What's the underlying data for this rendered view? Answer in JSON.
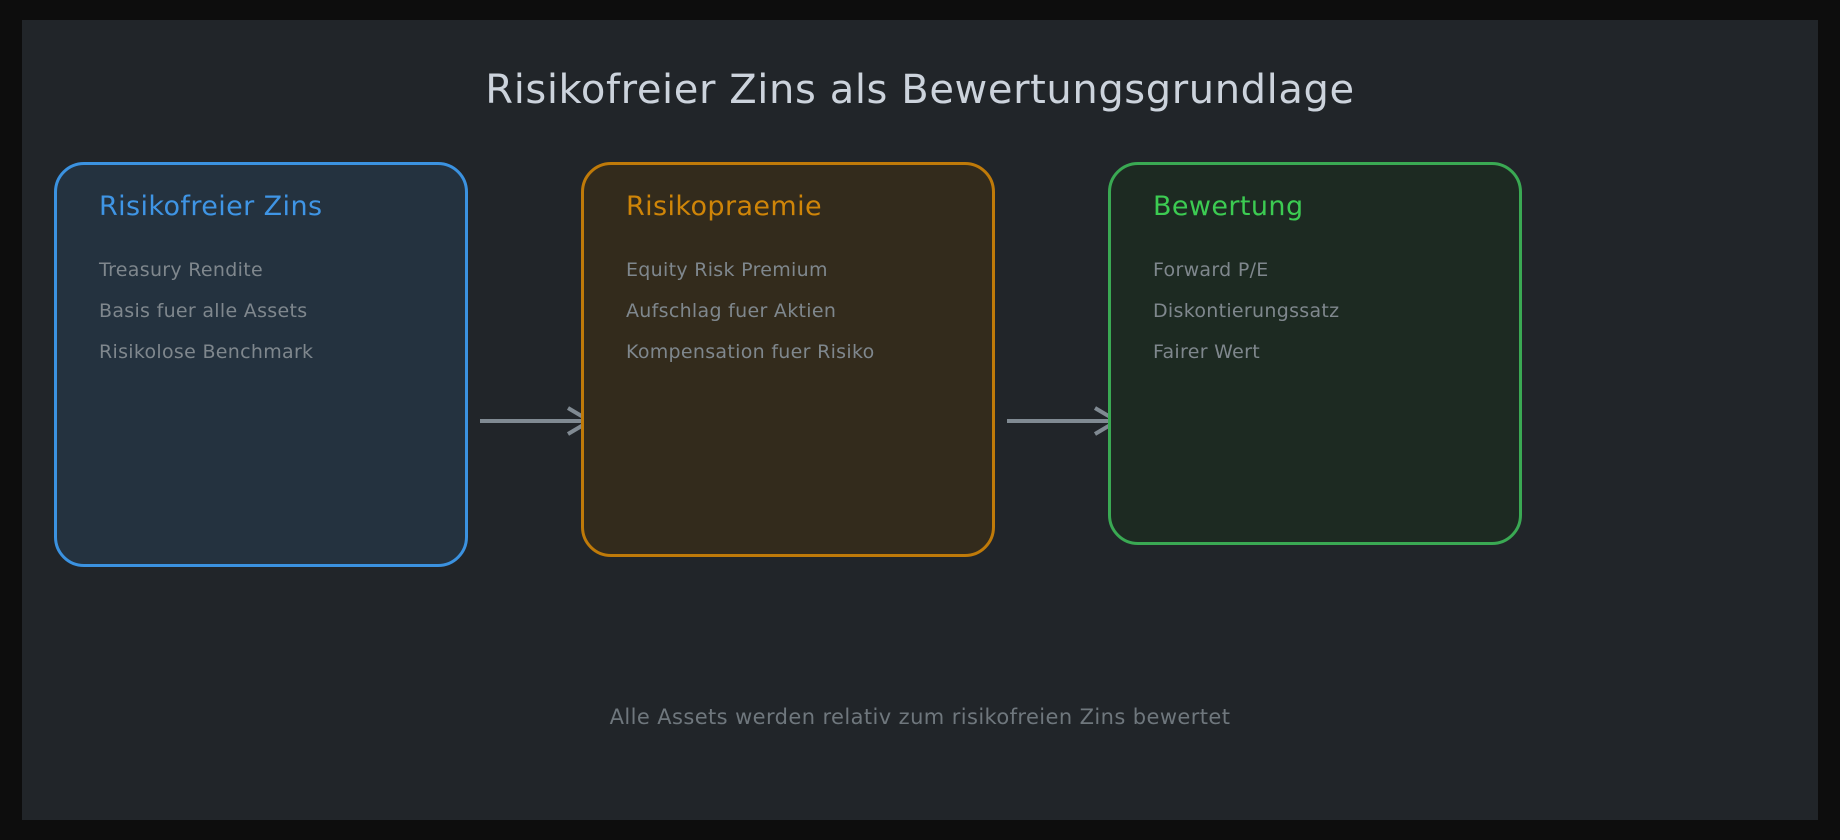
{
  "diagram": {
    "title": "Risikofreier Zins als Bewertungsgrundlage",
    "footer": "Alle Assets werden relativ zum risikofreien Zins bewertet",
    "background_color": "#212529",
    "outer_frame_color": "#0d0d0d",
    "title_color": "#ccd3dc",
    "footer_color": "#6f777d",
    "arrow_color": "#808a92",
    "arrow_icon": "arrow-right-icon",
    "cards": [
      {
        "title": "Risikofreier Zins",
        "accent_color": "#3b92e0",
        "title_color": "#3f95e5",
        "fill_color": "#24323f",
        "items": [
          "Treasury Rendite",
          "Basis fuer alle Assets",
          "Risikolose Benchmark"
        ]
      },
      {
        "title": "Risikopraemie",
        "accent_color": "#bf7a09",
        "title_color": "#cf8508",
        "fill_color": "#332b1c",
        "items": [
          "Equity Risk Premium",
          "Aufschlag fuer Aktien",
          "Kompensation fuer Risiko"
        ]
      },
      {
        "title": "Bewertung",
        "accent_color": "#3aa953",
        "title_color": "#3ccb52",
        "fill_color": "#1d2a22",
        "items": [
          "Forward P/E",
          "Diskontierungssatz",
          "Fairer Wert"
        ]
      }
    ]
  }
}
